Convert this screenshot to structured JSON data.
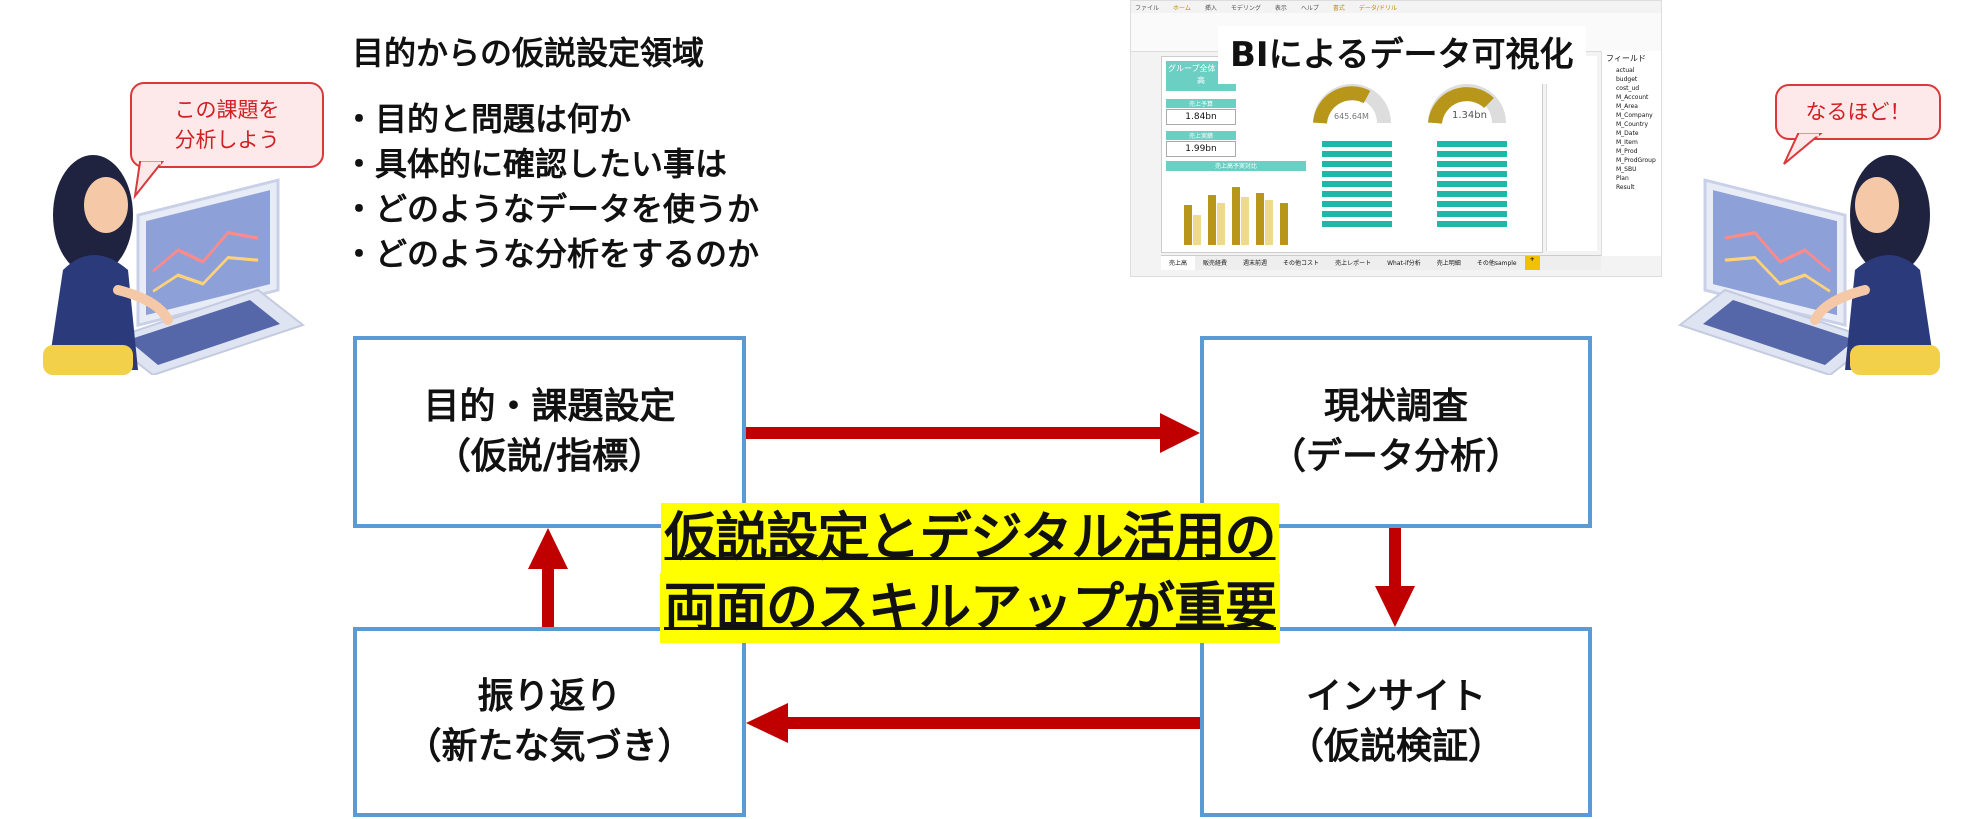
{
  "left_bubble": {
    "line1": "この課題を",
    "line2": "分析しよう"
  },
  "right_bubble": {
    "text": "なるほど！"
  },
  "hypothesis_section": {
    "title": "目的からの仮説設定領域",
    "bullets": [
      "目的と問題は何か",
      "具体的に確認したい事は",
      "どのようなデータを使うか",
      "どのような分析をするのか"
    ]
  },
  "bi_section": {
    "label": "BIによるデータ可視化",
    "screenshot": {
      "ribbon_tabs": [
        "ファイル",
        "ホーム",
        "挿入",
        "モデリング",
        "表示",
        "ヘルプ",
        "書式",
        "データ/ドリル"
      ],
      "kpi_title": "グループ全体 売上高",
      "kpi_labels": [
        "売上予算",
        "売上実績"
      ],
      "kpi_values": [
        "1.84bn",
        "1.99bn"
      ],
      "gauge_values": [
        "645.64M",
        "1.34bn"
      ],
      "chart_title": "売上高予実対比",
      "fields_title": "フィールド",
      "fields": [
        "actual",
        "budget",
        "cost_ud",
        "M_Account",
        "M_Area",
        "M_Company",
        "M_Country",
        "M_Date",
        "M_Item",
        "M_Prod",
        "M_ProdGroup",
        "M_SBU",
        "Plan",
        "Result"
      ],
      "page_tabs": [
        "売上高",
        "販売経費",
        "週末前週",
        "その他コスト",
        "売上レポート",
        "What-if分析",
        "売上明細",
        "その他sample"
      ]
    }
  },
  "flow": {
    "box1": {
      "line1": "目的・課題設定",
      "line2": "（仮説/指標）"
    },
    "box2": {
      "line1": "現状調査",
      "line2": "（データ分析）"
    },
    "box3": {
      "line1": "インサイト",
      "line2": "（仮説検証）"
    },
    "box4": {
      "line1": "振り返り",
      "line2": "（新たな気づき）"
    }
  },
  "key_message": {
    "line1": "仮説設定とデジタル活用の",
    "line2": "両面のスキルアップが重要"
  },
  "colors": {
    "arrow": "#c00000",
    "box_border": "#5b9bd5",
    "highlight": "#ffff00",
    "bubble_text": "#d11f22"
  }
}
